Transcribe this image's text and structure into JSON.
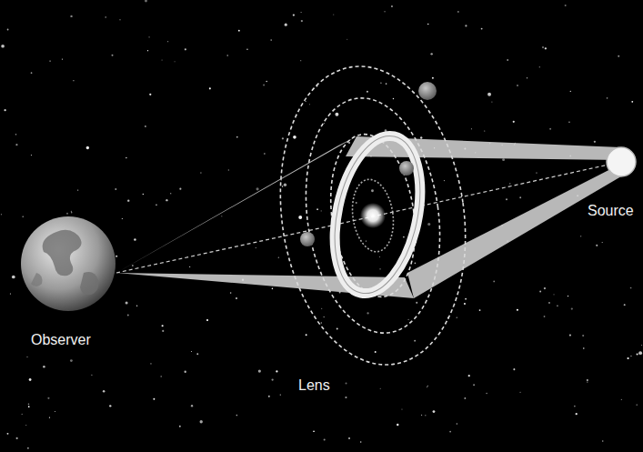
{
  "diagram": {
    "labels": [
      "Observer",
      "Lens",
      "Source"
    ]
  }
}
